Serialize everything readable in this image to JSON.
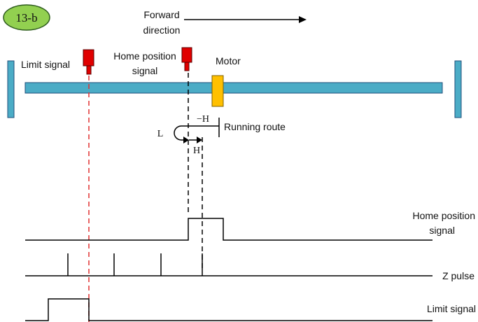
{
  "badge": {
    "text": "13-b",
    "fill": "#92d050",
    "stroke": "#2e5c1e"
  },
  "direction": {
    "line1": "Forward",
    "line2": "direction"
  },
  "labels": {
    "limit_signal_top": "Limit signal",
    "home_signal_top_line1": "Home position",
    "home_signal_top_line2": "signal",
    "motor": "Motor",
    "running_route": "Running route",
    "neg_h": "−H",
    "h": "H",
    "l": "L"
  },
  "waveforms": {
    "home_signal_line1": "Home position",
    "home_signal_line2": "signal",
    "z_pulse": "Z pulse",
    "limit_signal": "Limit signal"
  },
  "colors": {
    "rail": "#4bacc6",
    "motor": "#ffc000",
    "sensor": "#e00000",
    "limit_line": "#e03030"
  }
}
